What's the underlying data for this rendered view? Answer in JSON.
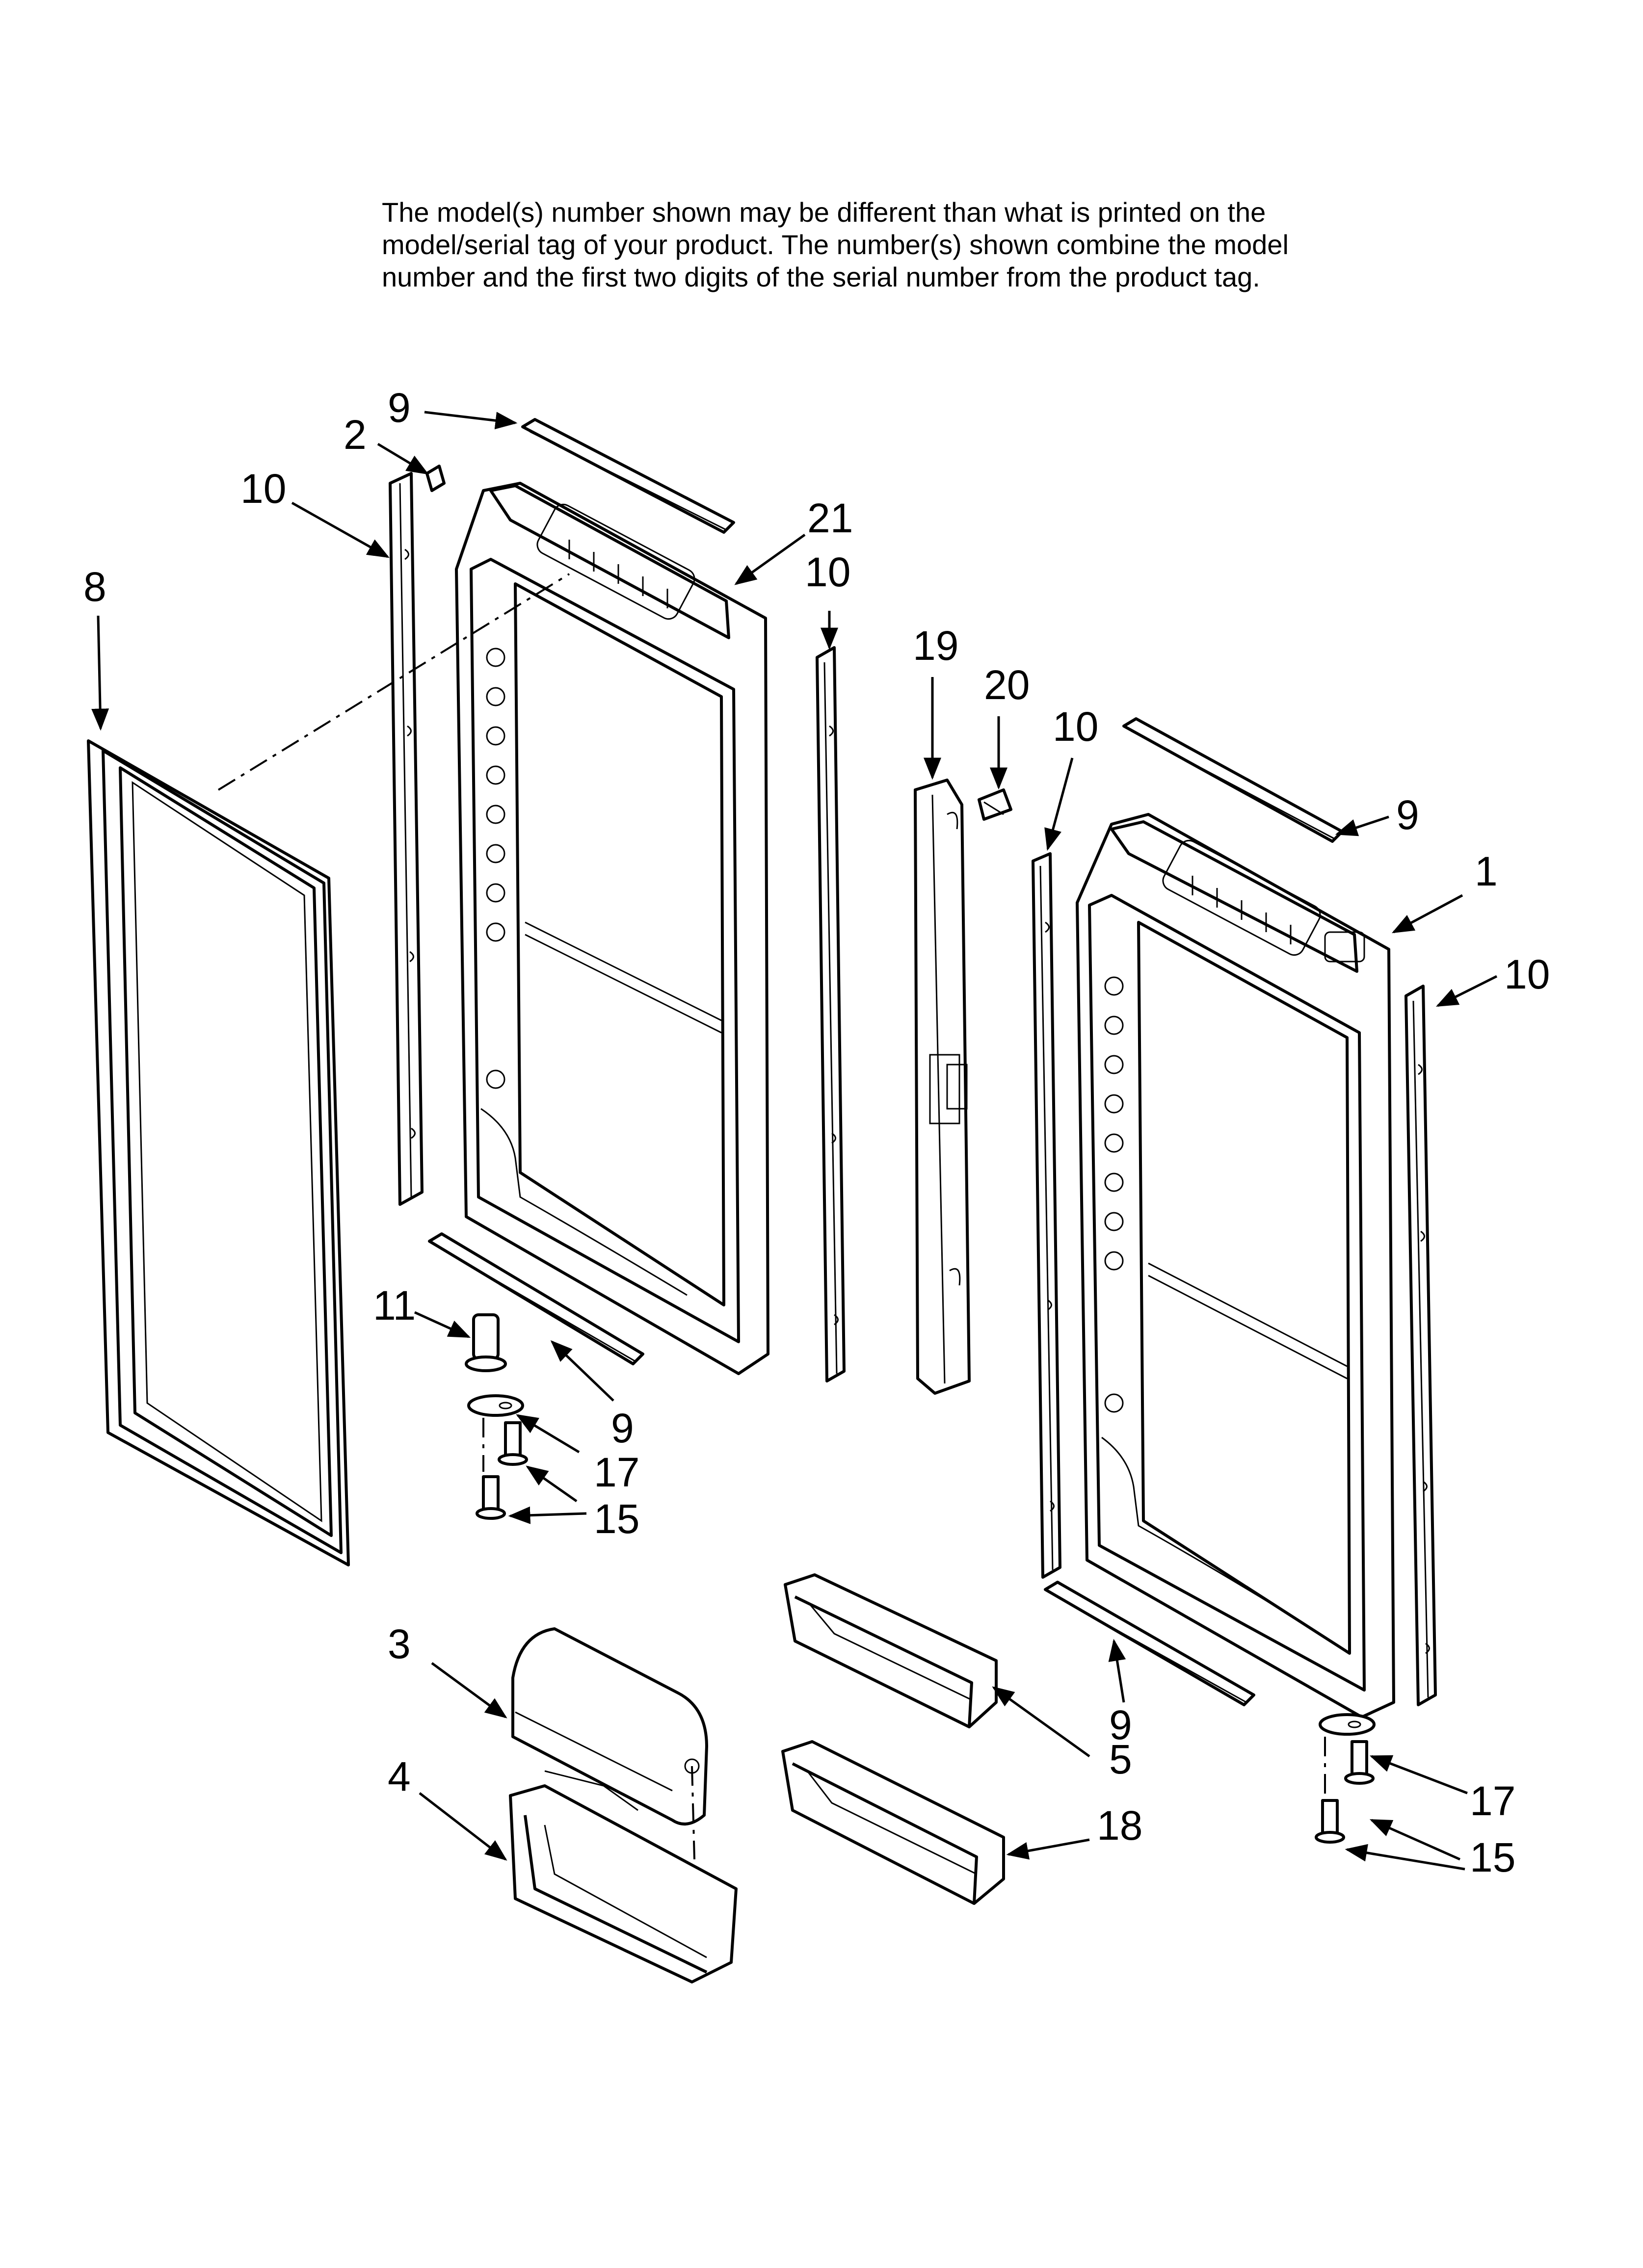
{
  "notice": {
    "line1": "The model(s) number shown may be different than what is printed on the",
    "line2": "model/serial tag of your product. The number(s) shown combine the model",
    "line3": "number and the first two digits of the serial number from the product tag."
  },
  "callouts": [
    "9",
    "2",
    "10",
    "8",
    "21",
    "10",
    "19",
    "20",
    "10",
    "9",
    "1",
    "10",
    "11",
    "9",
    "17",
    "15",
    "3",
    "4",
    "5",
    "18",
    "9",
    "17",
    "15"
  ],
  "colors": {
    "line": "#000000",
    "background": "#ffffff"
  }
}
